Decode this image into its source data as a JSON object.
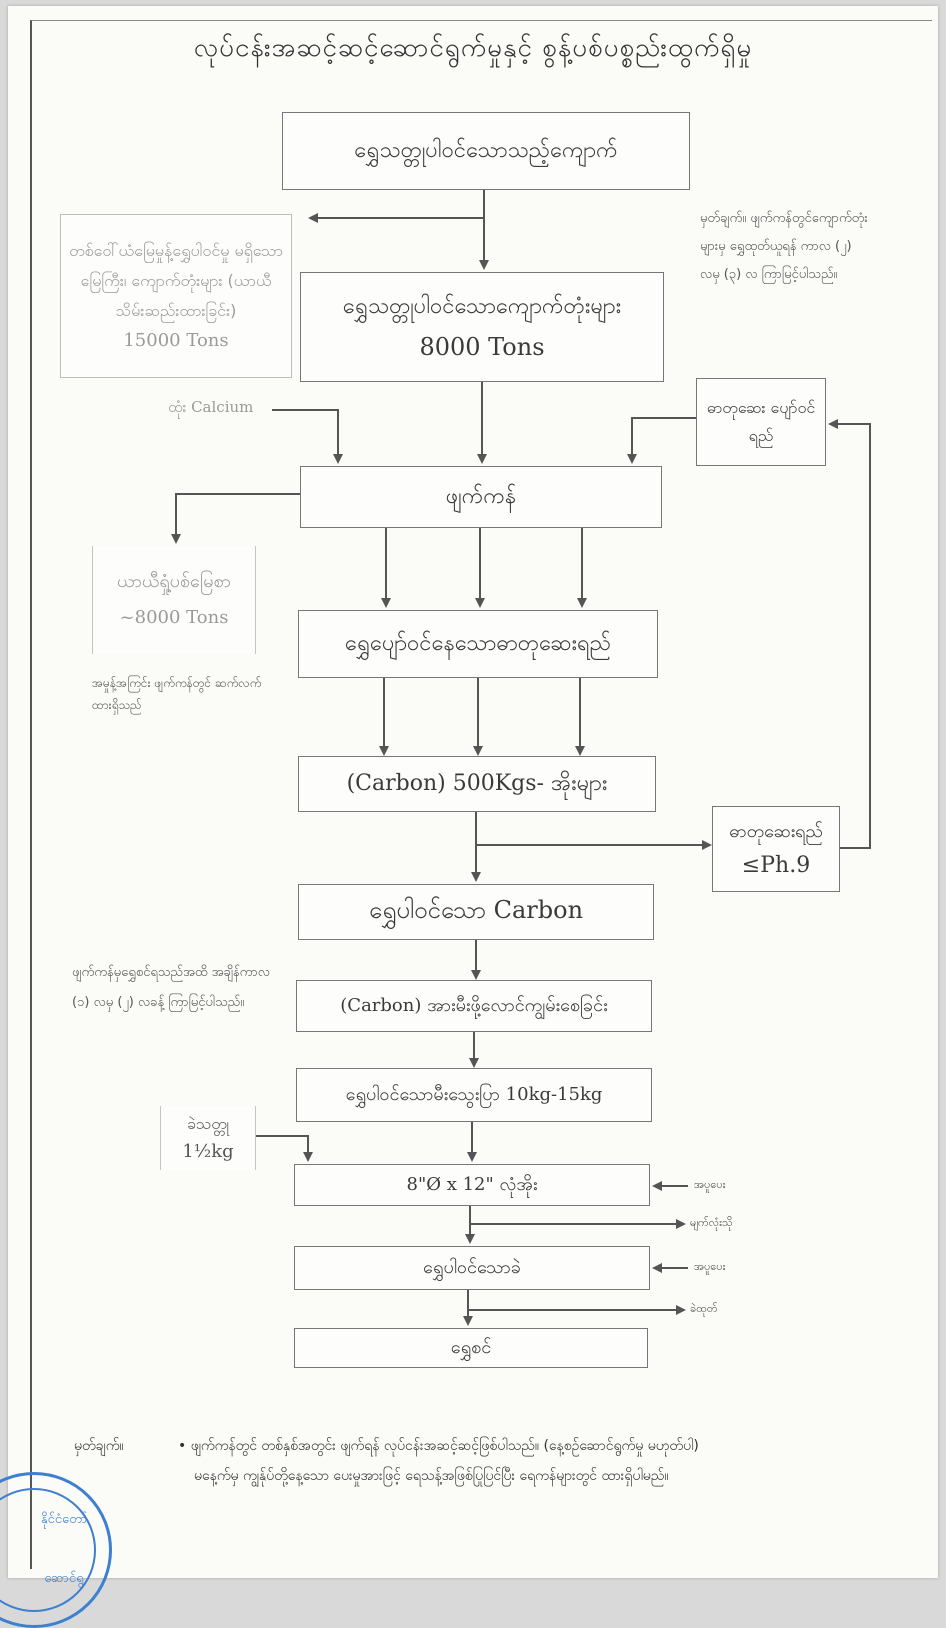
{
  "title": "လုပ်ငန်းအဆင့်ဆင့်ဆောင်ရွက်မှုနှင့် စွန့်ပစ်ပစ္စည်းထွက်ရှိမှု",
  "nodes": {
    "ore": "ရွှေသတ္တုပါဝင်သောသည့်ကျောက်",
    "crushed": "ရွှေသတ္တုပါဝင်သောကျောက်တုံးများ",
    "crushed_qty": "8000 Tons",
    "waste_rock": "တစ်ဝေါ်ယံမြေမှုန့်ရွှေပါဝင်မှု မရှိသောမြေကြီး၊ ကျောက်တုံးများ (ယာယီသိမ်းဆည်းထားခြင်း)",
    "waste_rock_qty": "15000 Tons",
    "calcium_label": "ထုံး Calcium",
    "recycled_water": "ဓာတုဆေး ပျော်ဝင်ရည်",
    "heap": "ဖျက်ကန်",
    "tailings": "ယာယီရှုံ့ပစ်မြေစာ",
    "tailings_qty": "~8000 Tons",
    "tailings_note": "အမှုန့်အကြင်း ဖျက်ကန်တွင် ဆက်လက်ထားရှိသည်",
    "solution": "ရွှေပျော်ဝင်နေသောဓာတုဆေးရည်",
    "carbon_tanks": "(Carbon) 500Kgs- အိုးများ",
    "spent_solution": "ဓာတုဆေးရည်",
    "spent_solution_ph": "≤Ph.9",
    "loaded_carbon": "ရွှေပါဝင်သော Carbon",
    "carbon_burn": "(Carbon) အားမီးဖို့လောင်ကျွမ်းစေခြင်း",
    "gold_ash": "ရွှေပါဝင်သောမီးသွေးပြာ 10kg-15kg",
    "borax_label": "ခဲသတ္တု",
    "borax_qty": "1½kg",
    "crucible": "8\"Ø x 12\" လုံအိုး",
    "gold_lead": "ရွှေပါဝင်သောခဲ",
    "gold": "ရွှေစင်"
  },
  "notes": {
    "top_right": "မှတ်ချက်။ ဖျက်ကန်တွင်ကျောက်တုံးများမှ ရွှေထုတ်ယူရန် ကာလ (၂) လမှ (၃) လ ကြာမြင့်ပါသည်။",
    "left_mid": "ဖျက်ကန်မှရွှေစင်ရသည်အထိ အချိန်ကာလ (၁) လမှ (၂) လခန့် ကြာမြင့်ပါသည်။"
  },
  "side_labels": {
    "fire_in_1": "အပူပေး",
    "slag_out": "မျက်လုံးသို",
    "fire_in_2": "အပူပေး",
    "lead_out": "ခဲထုတ်"
  },
  "footer": {
    "label": "မှတ်ချက်။",
    "line1": "ဖျက်ကန်တွင် တစ်နှစ်အတွင်း ဖျက်ရန် လုပ်ငန်းအဆင့်ဆင့်ဖြစ်ပါသည်။ (နေ့စဉ်ဆောင်ရွက်မှု မဟုတ်ပါ)",
    "line2": "မနေ့က်မှ ကျွန်ုပ်တို့နေ့သော ပေးမှုအားဖြင့် ရေသန့်အဖြစ်ပြုပြင်ပြီး ရေကန်များတွင် ထားရှိပါမည်။"
  },
  "stamp": {
    "line1": "နိုင်ငံတော်",
    "line2": "ဆောင်ရွ"
  }
}
